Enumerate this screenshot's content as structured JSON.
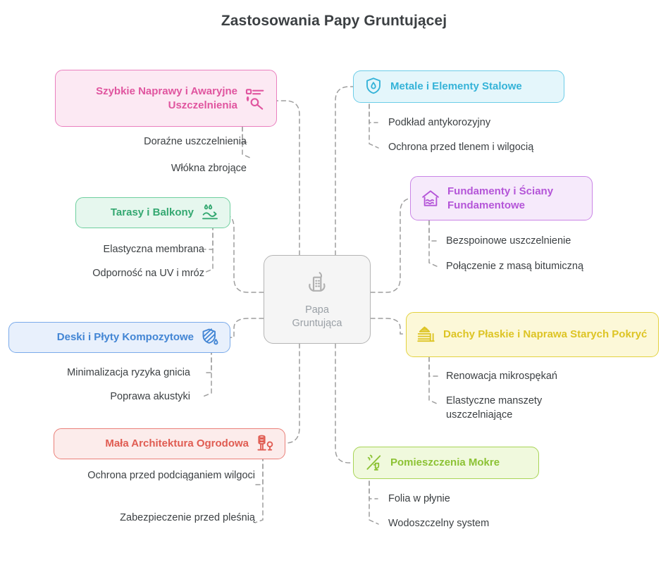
{
  "title": "Zastosowania Papy Gruntującej",
  "center": {
    "label_line1": "Papa",
    "label_line2": "Gruntująca",
    "icon": "building-flame-icon",
    "border_color": "#b5b5b5",
    "fill_color": "#f5f5f5",
    "text_color": "#9aa0a6"
  },
  "branches": [
    {
      "id": "szybkie-naprawy",
      "label": "Szybkie Naprawy i Awaryjne Uszczelnienia",
      "icon": "repair-tools-icon",
      "side": "left",
      "accent": "#e0559f",
      "fill": "#fce9f3",
      "border": "#ea80bf",
      "children": [
        "Doraźne uszczelnienia",
        "Włókna zbrojące"
      ]
    },
    {
      "id": "tarasy-balkony",
      "label": "Tarasy i Balkony",
      "icon": "water-repellent-surface-icon",
      "side": "left",
      "accent": "#34a871",
      "fill": "#e6f7ee",
      "border": "#6ecf9e",
      "children": [
        "Elastyczna membrana",
        "Odporność na UV i mróz"
      ]
    },
    {
      "id": "deski-plyty",
      "label": "Deski i Płyty Kompozytowe",
      "icon": "shield-droplet-icon",
      "side": "left",
      "accent": "#4285d4",
      "fill": "#e8f0fc",
      "border": "#7aaaea",
      "children": [
        "Minimalizacja ryzyka gnicia",
        "Poprawa akustyki"
      ]
    },
    {
      "id": "mala-architektura",
      "label": "Mała Architektura Ogrodowa",
      "icon": "garden-structure-icon",
      "side": "left",
      "accent": "#e05c52",
      "fill": "#fceceb",
      "border": "#ea8079",
      "children": [
        "Ochrona przed podciąganiem wilgoci",
        "Zabezpieczenie przed pleśnią"
      ]
    },
    {
      "id": "metale-stalowe",
      "label": "Metale i Elementy Stalowe",
      "icon": "shield-drop-icon",
      "side": "right",
      "accent": "#35b3d8",
      "fill": "#e4f6fb",
      "border": "#6ccde8",
      "children": [
        "Podkład antykorozyjny",
        "Ochrona przed tlenem i wilgocią"
      ]
    },
    {
      "id": "fundamenty",
      "label": "Fundamenty i Ściany Fundamentowe",
      "icon": "house-waterproof-icon",
      "side": "right",
      "accent": "#b455d8",
      "fill": "#f6eafb",
      "border": "#ca85e6",
      "children": [
        "Bezspoinowe uszczelnienie",
        "Połączenie z masą bitumiczną"
      ]
    },
    {
      "id": "dachy-plaskie",
      "label": "Dachy Płaskie i Naprawa Starych Pokryć",
      "icon": "roof-shingles-icon",
      "side": "right",
      "accent": "#ddc424",
      "fill": "#fcf8d8",
      "border": "#e3d23f",
      "children": [
        "Renowacja mikrospękań",
        "Elastyczne manszety uszczelniające"
      ]
    },
    {
      "id": "pomieszczenia-mokre",
      "label": "Pomieszczenia Mokre",
      "icon": "shower-faucet-icon",
      "side": "right",
      "accent": "#8cc234",
      "fill": "#f0f9dd",
      "border": "#a8d456",
      "children": [
        "Folia w płynie",
        "Wodoszczelny system"
      ]
    }
  ],
  "edge_color": "#9e9e9e"
}
